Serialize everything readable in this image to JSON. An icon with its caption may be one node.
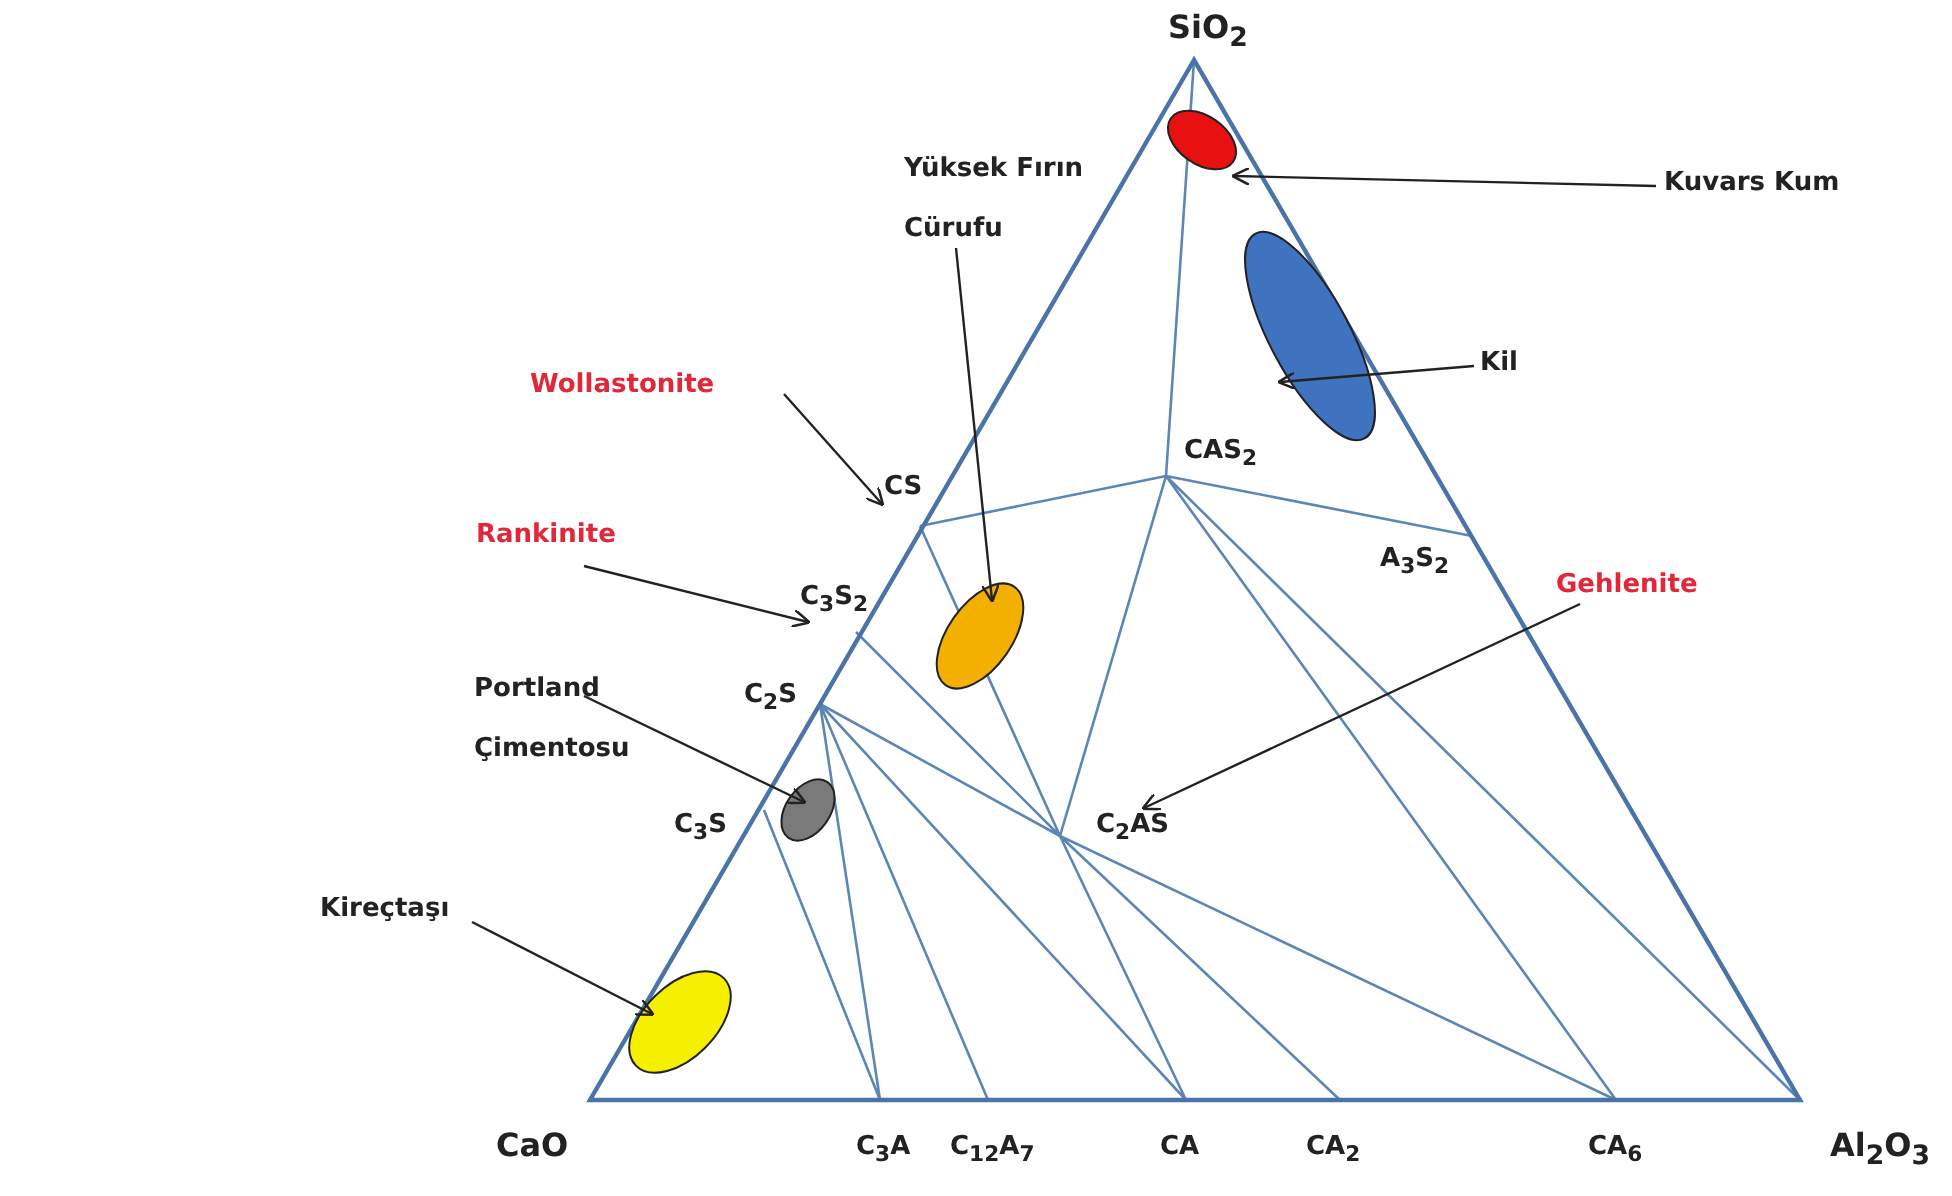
{
  "diagram": {
    "nodes": [
      {
        "text": [
          "Kuvars Kum"
        ]
      },
      {
        "text": [],
        "shape": "ellipse"
      },
      {
        "text": [
          "Kil"
        ]
      },
      {
        "text": [],
        "shape": "ellipse"
      },
      {
        "text": [
          "Yüksek Fırın Cürufu"
        ]
      },
      {
        "text": [],
        "shape": "ellipse"
      },
      {
        "text": [
          "Wollastonite"
        ]
      },
      {
        "text": [
          "Rankinite"
        ]
      },
      {
        "text": [
          "Gehlenite"
        ]
      },
      {
        "text": [
          "Portland Çimentosu"
        ]
      },
      {
        "text": [],
        "shape": "ellipse"
      },
      {
        "text": [
          "Kireçtaşı"
        ]
      },
      {
        "text": [],
        "shape": "ellipse"
      },
      {
        "text": [
          "CS"
        ]
      },
      {
        "text": [
          "C$_{3}$S$_{2}$"
        ]
      },
      {
        "text": [
          "C$_{2}$AS"
        ]
      }
    ],
    "edges": [
      {
        "from": 0,
        "to": 1,
        "arrow": "to"
      },
      {
        "from": 2,
        "to": 3,
        "arrow": "to"
      },
      {
        "from": 4,
        "to": 5,
        "arrow": "to"
      },
      {
        "from": 6,
        "to": 13,
        "arrow": "to"
      },
      {
        "from": 7,
        "to": 14,
        "arrow": "to"
      },
      {
        "from": 8,
        "to": 15,
        "arrow": "to"
      },
      {
        "from": 9,
        "to": 10,
        "arrow": "to"
      },
      {
        "from": 11,
        "to": 12,
        "arrow": "to"
      }
    ],
    "labels": [
      "SiO$_{2}$",
      "CAS$_{2}$",
      "A$_{3}$S$_{2}$",
      "C$_{2}$S",
      "C$_{3}$S",
      "CaO",
      "C$_{3}$A",
      "C$_{12}$A$_{7}$",
      "CA",
      "CA$_{2}$",
      "CA$_{6}$",
      "Al$_{2}$O$_{3}$"
    ]
  }
}
